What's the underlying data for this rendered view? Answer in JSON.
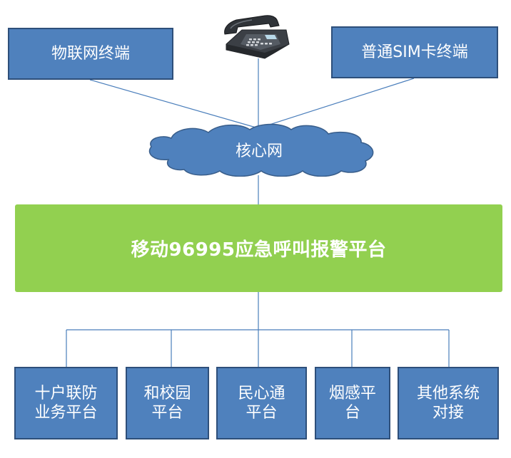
{
  "top": {
    "iot_terminal": "物联网终端",
    "sim_terminal": "普通SIM卡终端"
  },
  "icons": {
    "telephone": "telephone-icon",
    "network_cloud": "cloud-icon"
  },
  "core_network": "核心网",
  "platform": "移动96995应急呼叫报警平台",
  "bottom": [
    {
      "line1": "十户联防",
      "line2": "业务平台"
    },
    {
      "line1": "和校园",
      "line2": "平台"
    },
    {
      "line1": "民心通",
      "line2": "平台"
    },
    {
      "line1": "烟感平",
      "line2": "台"
    },
    {
      "line1": "其他系统",
      "line2": "对接"
    }
  ],
  "colors": {
    "box_fill": "#4f81bd",
    "box_border": "#2e4f7a",
    "platform_fill": "#92d050",
    "line": "#4a7ebb"
  }
}
